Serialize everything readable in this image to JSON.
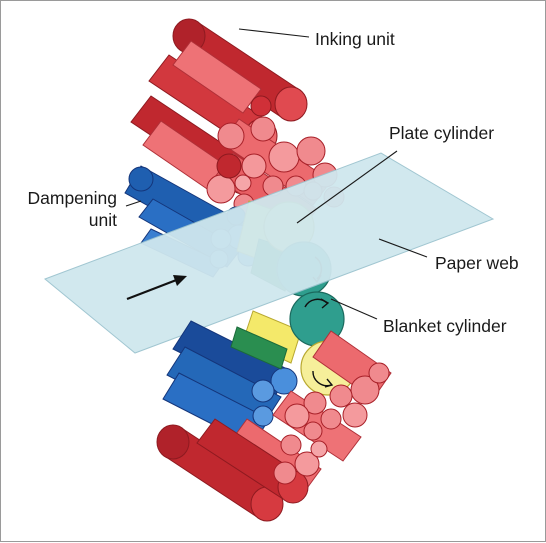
{
  "labels": {
    "inking_unit": "Inking unit",
    "plate_cylinder": "Plate cylinder",
    "dampening_unit_line1": "Dampening",
    "dampening_unit_line2": "unit",
    "paper_web": "Paper web",
    "blanket_cylinder": "Blanket cylinder"
  },
  "colors": {
    "ink_roller_dark": "#c0282f",
    "ink_roller_light": "#ec6a6e",
    "dampening_roller": "#2468b8",
    "dampening_roller_dark": "#1a4b9a",
    "plate_cylinder": "#f6ef9a",
    "blanket_cylinder": "#2f9e8e",
    "paper_web": "#cfe7ee"
  },
  "icons": {
    "feed_arrow": "paper-feed-arrow",
    "rotation_arrows": "rotation-direction-arrow"
  }
}
